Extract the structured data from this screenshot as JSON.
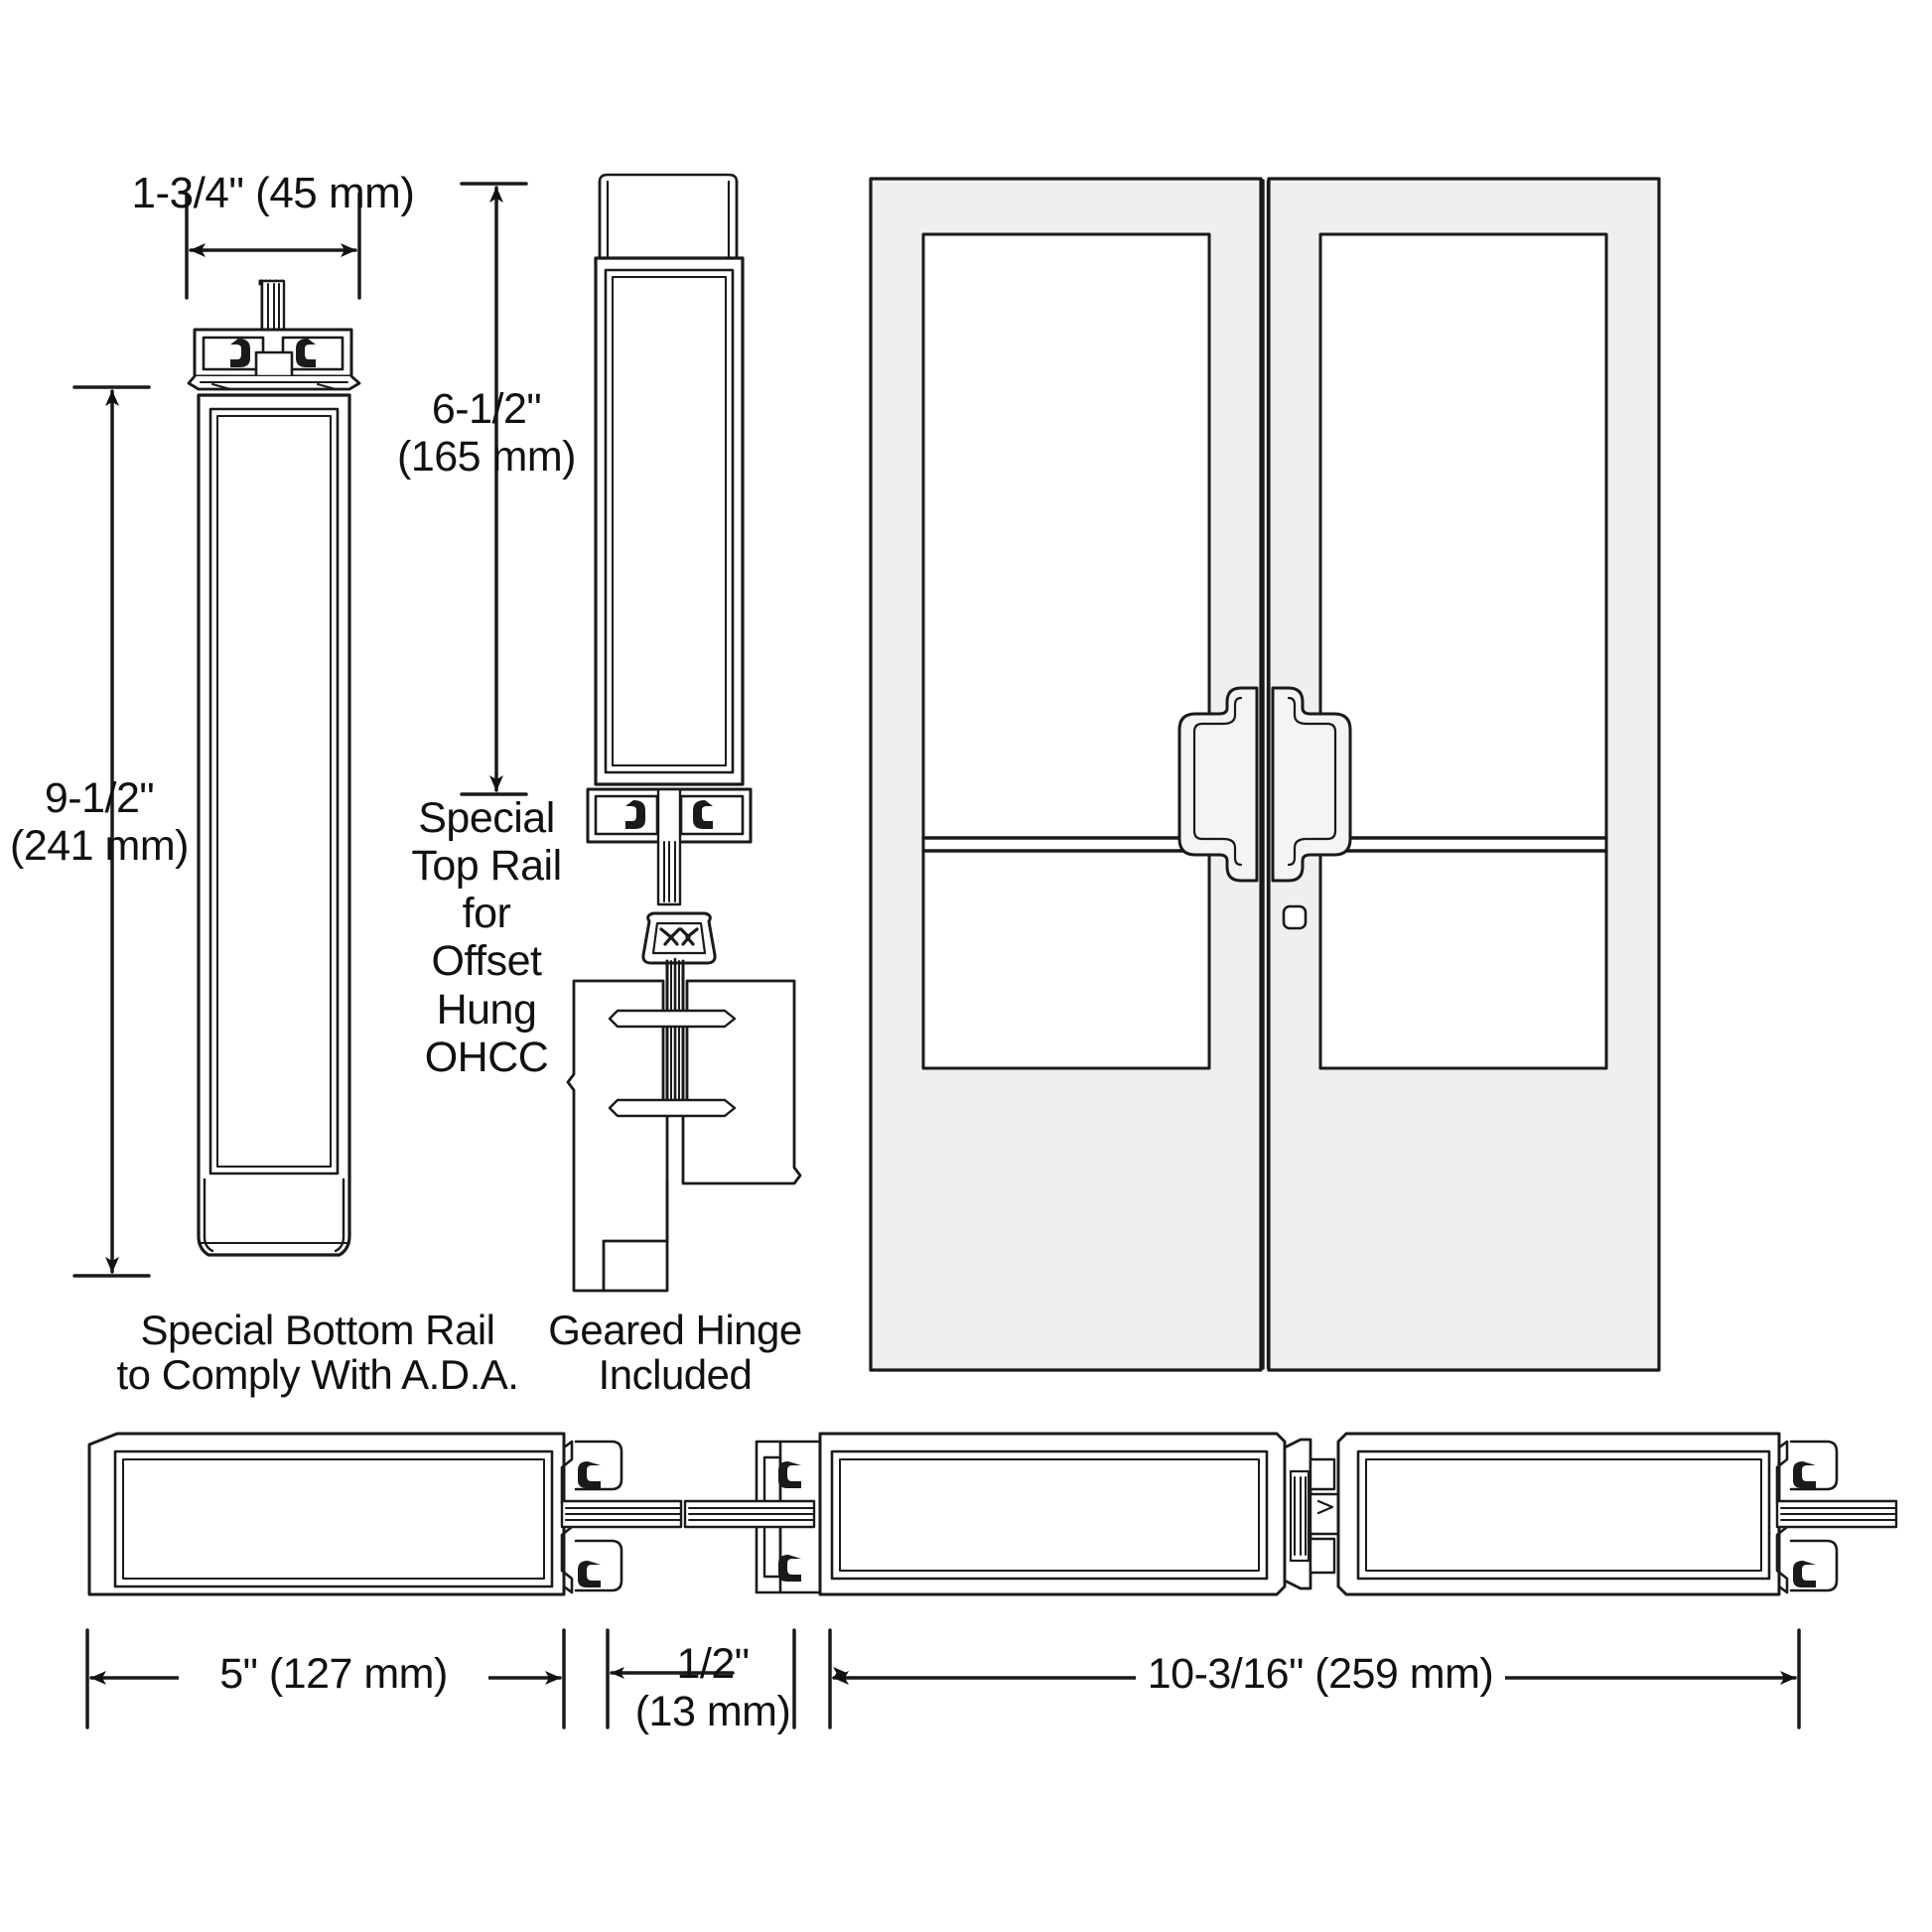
{
  "drawing": {
    "type": "architectural-product-detail",
    "subject": "Aluminum medium stile pair of entrance doors with rail and stile cross sections",
    "background_color": "#ffffff",
    "line_color": "#1a1a1a",
    "door_face_color": "#efefef",
    "glass_color": "#ffffff"
  },
  "dimensions": {
    "bottom_rail_width": "1-3/4\" (45 mm)",
    "bottom_rail_height": "9-1/2\"\n(241 mm)",
    "top_rail_height": "6-1/2\"\n(165 mm)",
    "stile_width": "5\" (127 mm)",
    "gap_width": "1/2\"\n(13 mm)",
    "pair_stile_width": "10-3/16\" (259 mm)"
  },
  "captions": {
    "top_rail": "Special\nTop Rail\nfor\nOffset\nHung\nOHCC",
    "bottom_rail": "Special Bottom Rail\nto Comply With A.D.A.",
    "hinge": "Geared Hinge\nIncluded"
  },
  "door_elevation": {
    "leaves": 2,
    "left_leaf": {
      "name": "left-door-leaf",
      "has_handle": true,
      "has_lock": false,
      "glass_lites": 2
    },
    "right_leaf": {
      "name": "right-door-leaf",
      "has_handle": true,
      "has_lock": true,
      "glass_lites": 2
    },
    "hardware": {
      "pull_handle": "offset-pull-handle",
      "lock": "cylinder-lock"
    }
  },
  "sections": {
    "single_stile": {
      "name": "single-stile-section",
      "dimension": "5\" (127 mm)"
    },
    "pair_stiles": {
      "name": "pair-stile-section",
      "dimension": "10-3/16\" (259 mm)"
    }
  }
}
